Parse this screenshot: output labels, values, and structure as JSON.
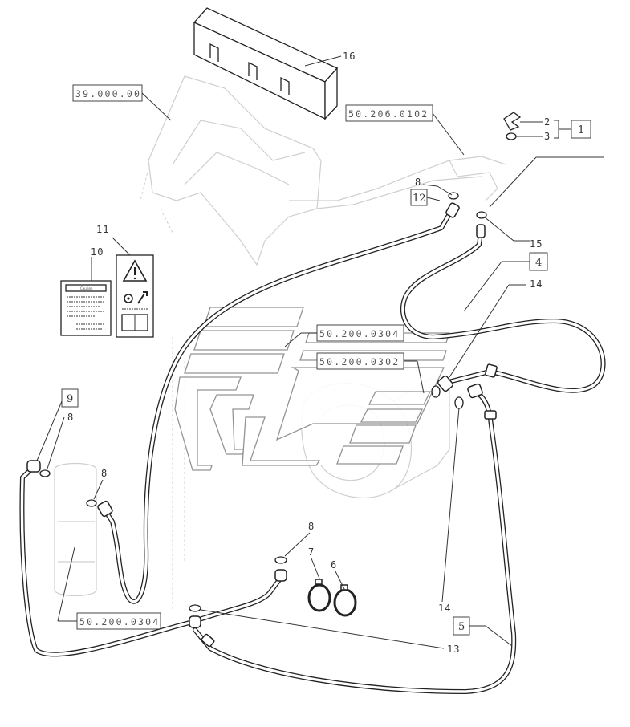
{
  "references": {
    "top_left": "39.000.00",
    "top_right": "50.206.0102",
    "center_upper": "50.200.0304",
    "center_lower": "50.200.0302",
    "bottom_left": "50.200.0304"
  },
  "boxed_items": {
    "b1": "1",
    "b4": "4",
    "b5": "5",
    "b9": "9",
    "b12": "12"
  },
  "callouts": {
    "c2": "2",
    "c3": "3",
    "c6": "6",
    "c7": "7",
    "c8a": "8",
    "c8b": "8",
    "c8c": "8",
    "c8d": "8",
    "c10": "10",
    "c11": "11",
    "c13": "13",
    "c14a": "14",
    "c14b": "14",
    "c15": "15",
    "c16": "16"
  },
  "decal": {
    "caution_label": "Caution"
  },
  "icons": {
    "warning": "warning-triangle-icon",
    "wrench": "wrench-icon"
  }
}
